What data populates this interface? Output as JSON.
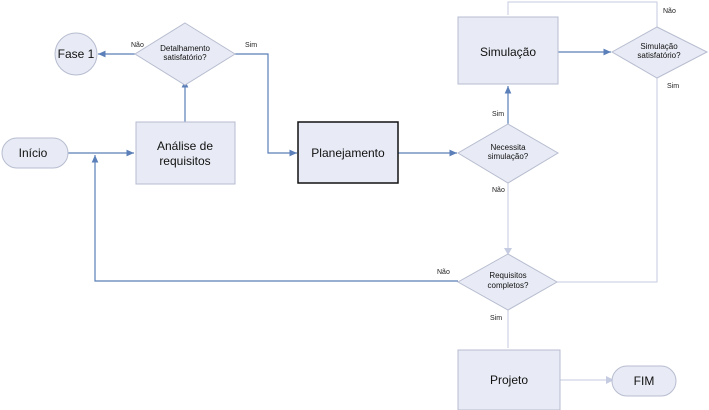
{
  "nodes": {
    "fase1": "Fase 1",
    "detalhamento": [
      "Detalhamento",
      "satisfatório?"
    ],
    "inicio": "Início",
    "analise": [
      "Análise de",
      "requisitos"
    ],
    "planejamento": "Planejamento",
    "simulacao": "Simulação",
    "necessita": [
      "Necessita",
      "simulação?"
    ],
    "simulacao_satisfatoria": [
      "Simulação",
      "satisfatório?"
    ],
    "requisitos_completos": [
      "Requisitos",
      "completos?"
    ],
    "projeto": "Projeto",
    "fim": "FIM"
  },
  "edges": {
    "det_nao": "Não",
    "det_sim": "Sim",
    "nec_sim": "Sim",
    "nec_nao": "Não",
    "simsat_nao": "Não",
    "simsat_sim": "Sim",
    "req_nao": "Não",
    "req_sim": "Sim"
  }
}
